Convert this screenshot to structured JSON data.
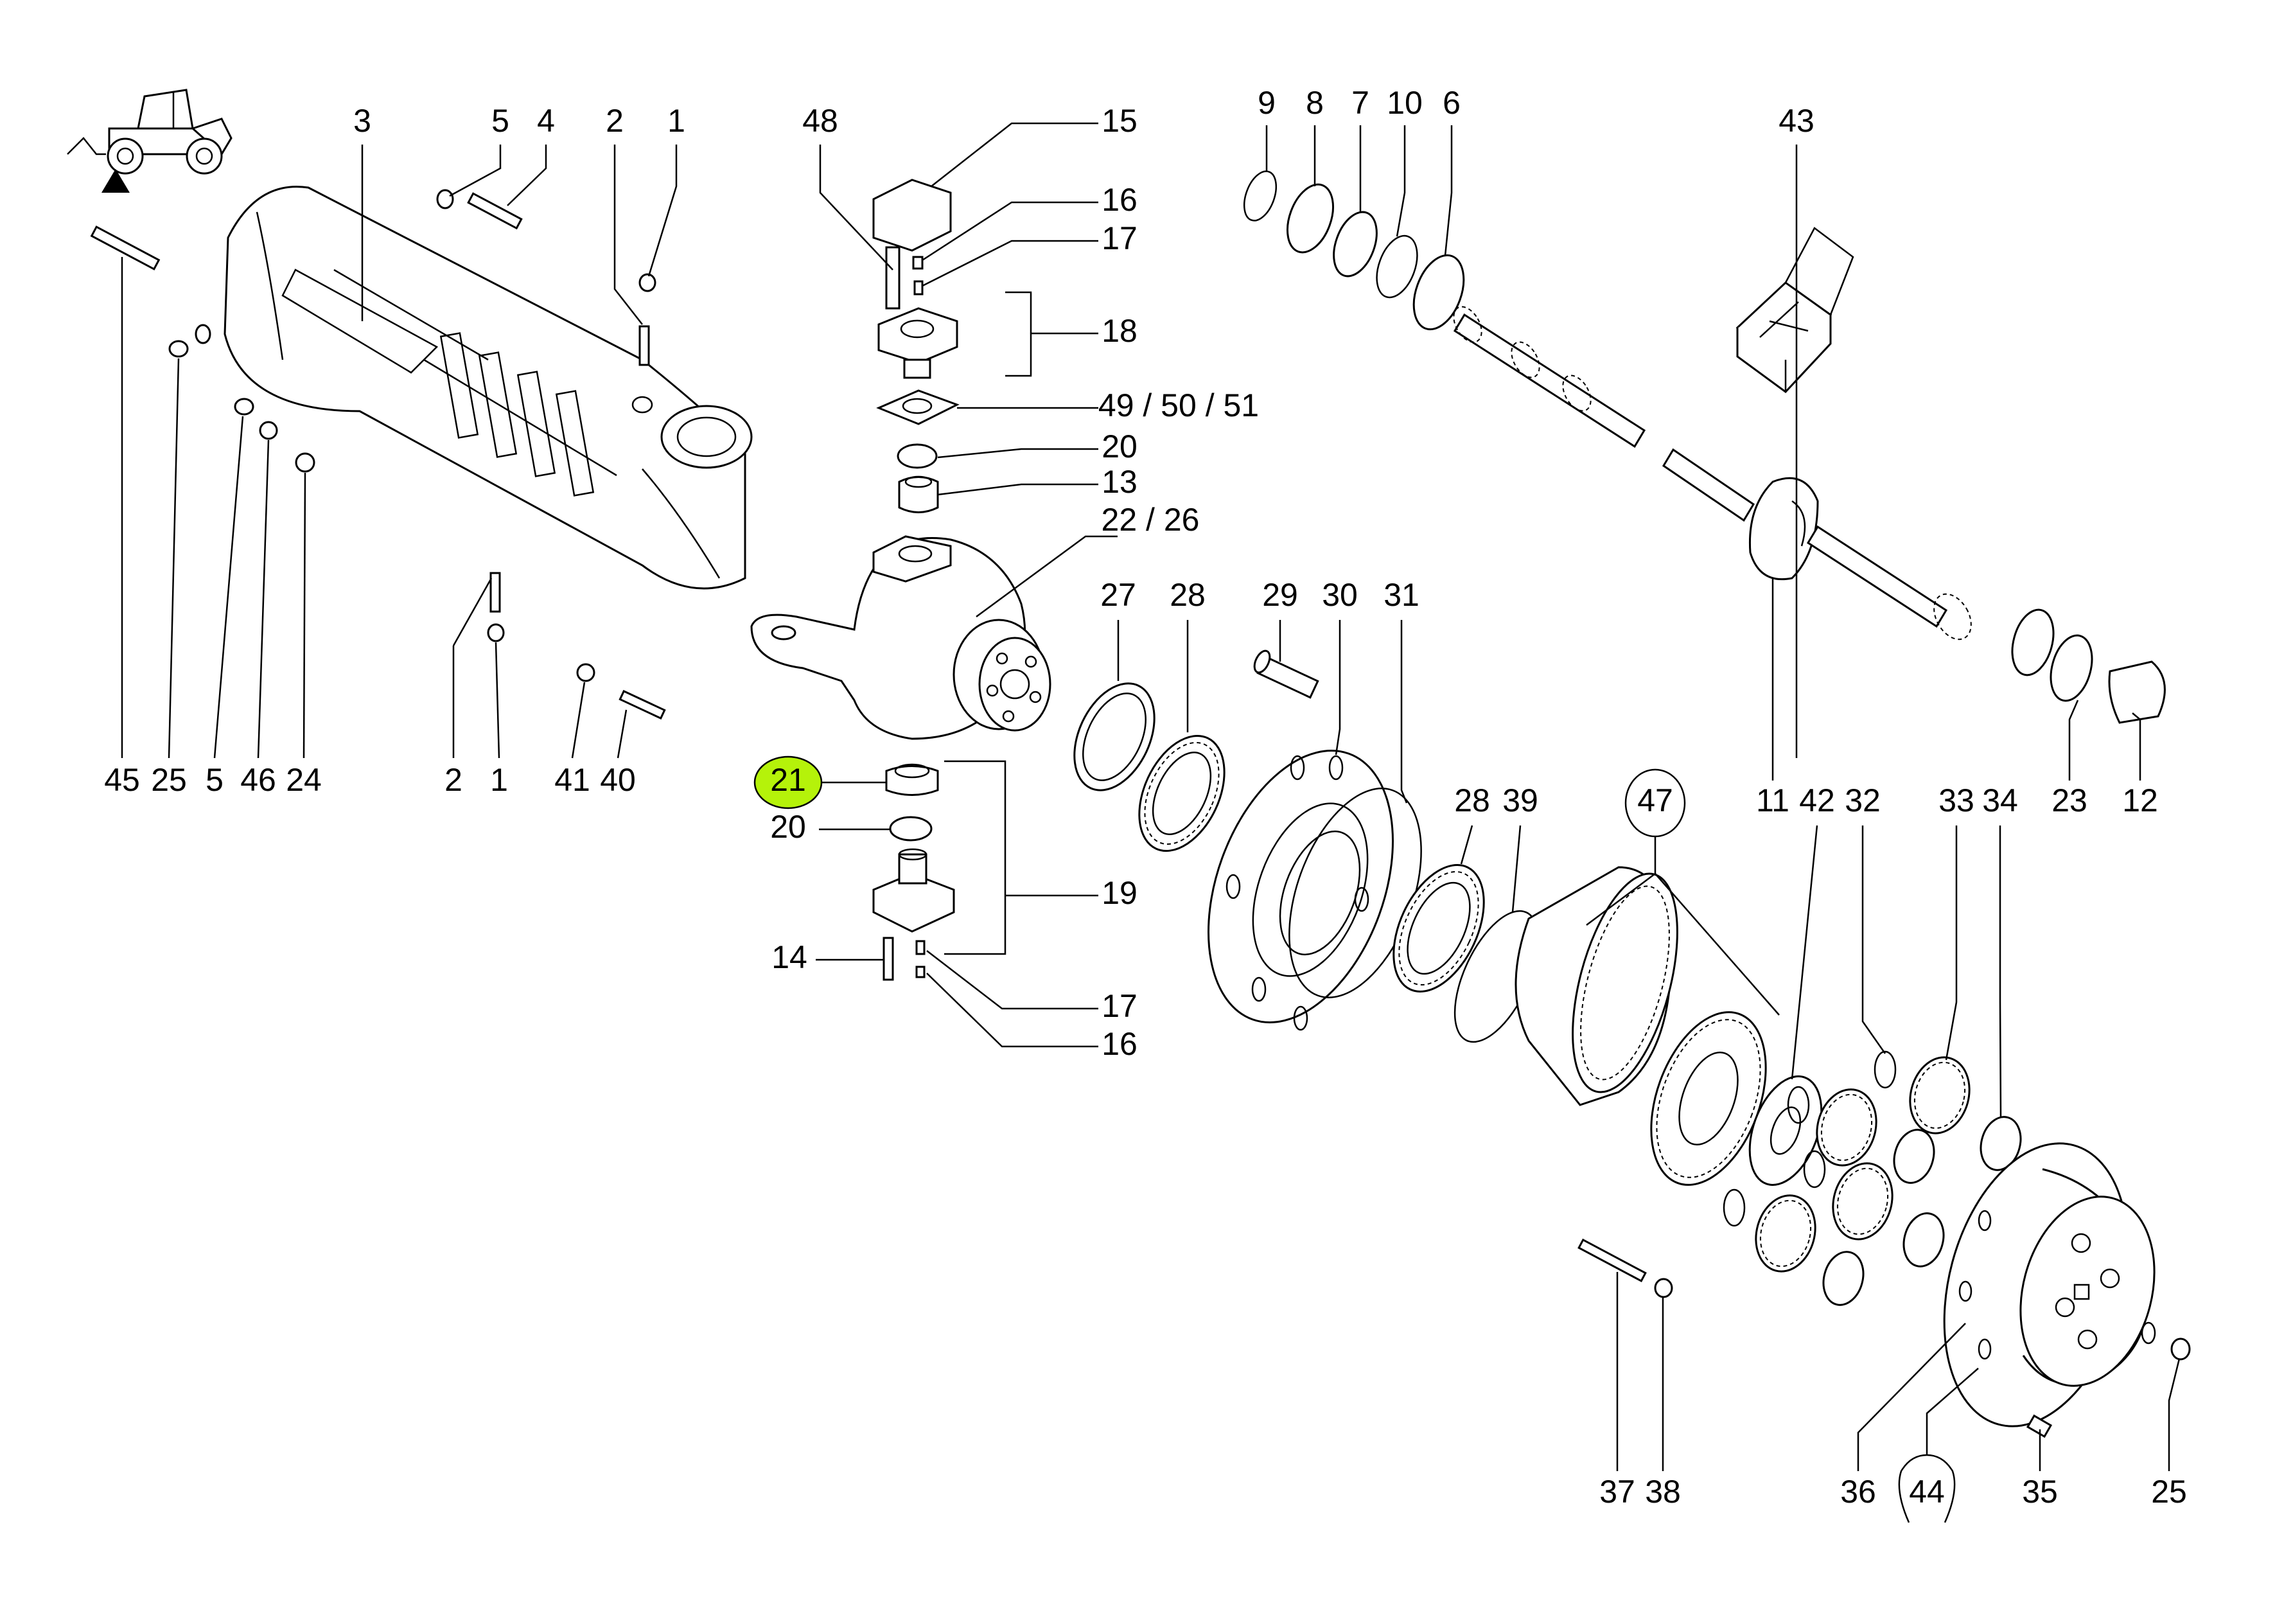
{
  "diagram": {
    "title": "Front axle – steering knuckle and wheel hub exploded view",
    "vehicle_icon": "telehandler-icon",
    "view_indicator": "front-view-arrow",
    "highlight_color": "#B5F20A",
    "selected_callout": "21"
  },
  "callouts": {
    "c3": "3",
    "c5a": "5",
    "c4": "4",
    "c2a": "2",
    "c1a": "1",
    "c48": "48",
    "c15": "15",
    "c16a": "16",
    "c17a": "17",
    "c18": "18",
    "c495051": "49 / 50 / 51",
    "c20a": "20",
    "c13": "13",
    "c2226": "22 / 26",
    "c9": "9",
    "c8": "8",
    "c7": "7",
    "c10": "10",
    "c6": "6",
    "c43": "43",
    "c45": "45",
    "c25a": "25",
    "c5b": "5",
    "c46": "46",
    "c24": "24",
    "c2b": "2",
    "c1b": "1",
    "c41": "41",
    "c40": "40",
    "c21": "21",
    "c20b": "20",
    "c19": "19",
    "c14": "14",
    "c17b": "17",
    "c16b": "16",
    "c27": "27",
    "c28a": "28",
    "c29": "29",
    "c30": "30",
    "c31": "31",
    "c28b": "28",
    "c39": "39",
    "c47": "47",
    "c11": "11",
    "c42": "42",
    "c32": "32",
    "c33": "33",
    "c34": "34",
    "c23": "23",
    "c12": "12",
    "c37": "37",
    "c38": "38",
    "c36": "36",
    "c44": "44",
    "c35": "35",
    "c25b": "25"
  }
}
